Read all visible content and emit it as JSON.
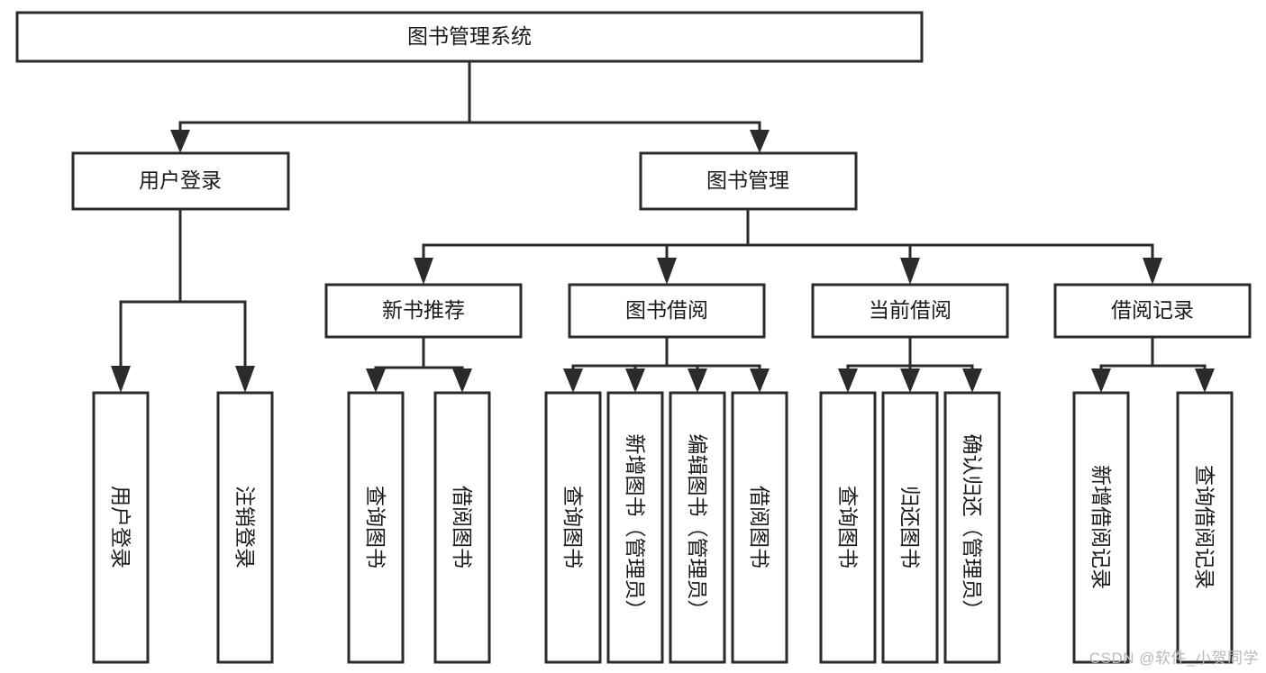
{
  "diagram": {
    "type": "tree-hierarchy-flowchart",
    "title": "图书管理系统",
    "watermark": "CSDN @软件_小贺同学",
    "colors": {
      "stroke": "#2b2b2b",
      "fill": "#ffffff",
      "text": "#1a1a1a",
      "watermark": "#b9b9b9",
      "background": "#ffffff"
    },
    "levels": [
      {
        "level": 1,
        "nodes": [
          {
            "id": "root",
            "label": "图书管理系统",
            "orientation": "horizontal"
          }
        ]
      },
      {
        "level": 2,
        "nodes": [
          {
            "id": "login",
            "label": "用户登录",
            "orientation": "horizontal",
            "parent": "root"
          },
          {
            "id": "bookmgmt",
            "label": "图书管理",
            "orientation": "horizontal",
            "parent": "root"
          }
        ]
      },
      {
        "level": 3,
        "nodes": [
          {
            "id": "newbook",
            "label": "新书推荐",
            "orientation": "horizontal",
            "parent": "bookmgmt"
          },
          {
            "id": "borrow",
            "label": "图书借阅",
            "orientation": "horizontal",
            "parent": "bookmgmt"
          },
          {
            "id": "current",
            "label": "当前借阅",
            "orientation": "horizontal",
            "parent": "bookmgmt"
          },
          {
            "id": "records",
            "label": "借阅记录",
            "orientation": "horizontal",
            "parent": "bookmgmt"
          }
        ]
      },
      {
        "level": 4,
        "nodes": [
          {
            "id": "leaf-user-login",
            "label": "用户登录",
            "orientation": "vertical",
            "parent": "login"
          },
          {
            "id": "leaf-user-logout",
            "label": "注销登录",
            "orientation": "vertical",
            "parent": "login"
          },
          {
            "id": "leaf-query-book-1",
            "label": "查询图书",
            "orientation": "vertical",
            "parent": "newbook"
          },
          {
            "id": "leaf-borrow-book-1",
            "label": "借阅图书",
            "orientation": "vertical",
            "parent": "newbook"
          },
          {
            "id": "leaf-query-book-2",
            "label": "查询图书",
            "orientation": "vertical",
            "parent": "borrow"
          },
          {
            "id": "leaf-add-book",
            "label": "新增图书（管理员）",
            "orientation": "vertical",
            "parent": "borrow"
          },
          {
            "id": "leaf-edit-book",
            "label": "编辑图书（管理员）",
            "orientation": "vertical",
            "parent": "borrow"
          },
          {
            "id": "leaf-borrow-book-2",
            "label": "借阅图书",
            "orientation": "vertical",
            "parent": "borrow"
          },
          {
            "id": "leaf-query-book-3",
            "label": "查询图书",
            "orientation": "vertical",
            "parent": "current"
          },
          {
            "id": "leaf-return-book",
            "label": "归还图书",
            "orientation": "vertical",
            "parent": "current"
          },
          {
            "id": "leaf-confirm-return",
            "label": "确认归还（管理员）",
            "orientation": "vertical",
            "parent": "current"
          },
          {
            "id": "leaf-add-record",
            "label": "新增借阅记录",
            "orientation": "vertical",
            "parent": "records"
          },
          {
            "id": "leaf-query-record",
            "label": "查询借阅记录",
            "orientation": "vertical",
            "parent": "records"
          }
        ]
      }
    ]
  }
}
